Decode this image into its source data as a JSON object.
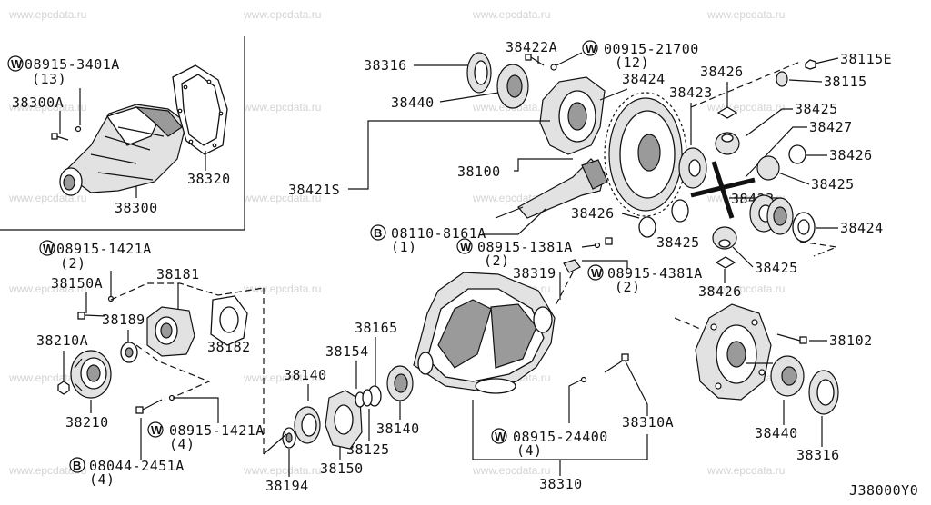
{
  "diagram_code": "J38000Y0",
  "watermark": "www.epcdata.ru",
  "labels": {
    "p38300A": "38300A",
    "w0891534": "08915-3401A",
    "q13": "(13)",
    "p38320": "38320",
    "p38300": "38300",
    "p38316a": "38316",
    "p38422A": "38422A",
    "w00915": "00915-21700",
    "q12": "(12)",
    "p38440a": "38440",
    "p38424a": "38424",
    "p38426a": "38426",
    "p38423a": "38423",
    "p38115E": "38115E",
    "p38115": "38115",
    "p38425a": "38425",
    "p38427": "38427",
    "p38426b": "38426",
    "p38100": "38100",
    "p38425b": "38425",
    "p38421S": "38421S",
    "p38423b": "38423",
    "p38426c": "38426",
    "b08110": "08110-8161A",
    "q1": "(1)",
    "p38424b": "38424",
    "p38425c": "38425",
    "w089151381": "08915-1381A",
    "q2a": "(2)",
    "p38425d": "38425",
    "p38319": "38319",
    "w089154381": "08915-4381A",
    "q2b": "(2)",
    "p38426d": "38426",
    "w089151421a": "08915-1421A",
    "q2c": "(2)",
    "p38181": "38181",
    "p38150A": "38150A",
    "p38189": "38189",
    "p38182": "38182",
    "p38210A": "38210A",
    "p38210": "38210",
    "p38165": "38165",
    "p38154": "38154",
    "p38140a": "38140",
    "p38140b": "38140",
    "p38125": "38125",
    "p38150": "38150",
    "p38194": "38194",
    "w089151421b": "08915-1421A",
    "q4a": "(4)",
    "b08044": "08044-2451A",
    "q4b": "(4)",
    "w08915244": "08915-24400",
    "q4c": "(4)",
    "p38310A": "38310A",
    "p38310": "38310",
    "p38102": "38102",
    "p38440b": "38440",
    "p38316b": "38316"
  },
  "prefix": {
    "w": "W",
    "b": "B"
  }
}
